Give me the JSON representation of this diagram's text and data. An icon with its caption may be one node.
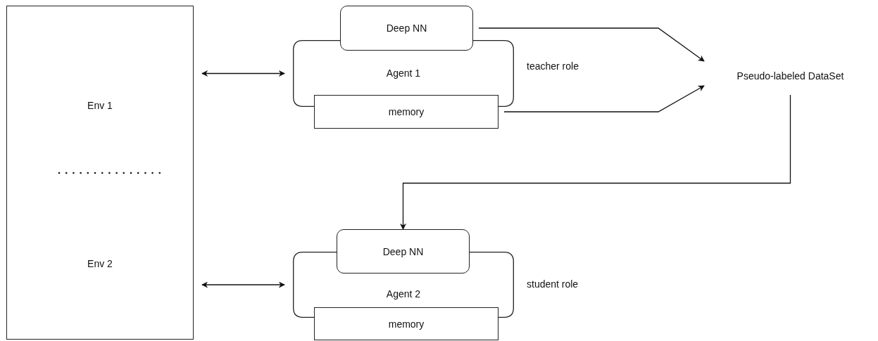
{
  "diagram": {
    "nodes": [
      {
        "text": [
          "Env 1",
          "Env 2"
        ]
      },
      {
        "text": [
          "Deep NN"
        ]
      },
      {
        "text": [
          "Agent 1"
        ]
      },
      {
        "text": [
          "memory"
        ]
      },
      {
        "text": [
          "Pseudo-labeled DataSet"
        ]
      },
      {
        "text": [
          "Deep NN"
        ]
      },
      {
        "text": [
          "Agent 2"
        ]
      },
      {
        "text": [
          "memory"
        ]
      }
    ],
    "edges": [
      {
        "from": 0,
        "to": 2,
        "arrow": "both"
      },
      {
        "from": 0,
        "to": 6,
        "arrow": "both"
      },
      {
        "from": 1,
        "to": 4,
        "arrow": "to"
      },
      {
        "from": 3,
        "to": 4,
        "arrow": "to"
      },
      {
        "from": 4,
        "to": 5,
        "arrow": "to"
      }
    ],
    "labels": [
      "teacher role",
      "student role"
    ]
  }
}
